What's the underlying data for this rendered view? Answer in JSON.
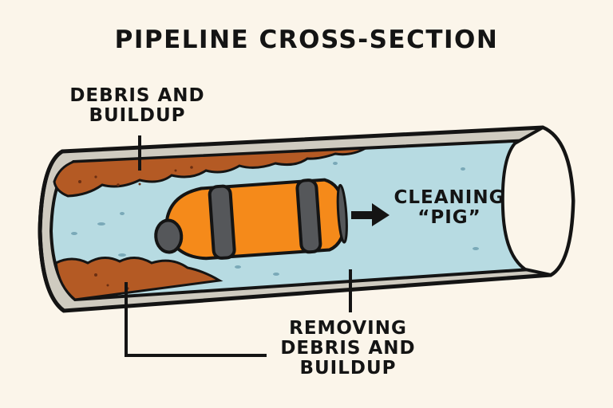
{
  "title": "PIPELINE CROSS-SECTION",
  "labels": {
    "debris_line1": "DEBRIS AND",
    "debris_line2": "BUILDUP",
    "pig_line1": "CLEANING",
    "pig_line2": "“PIG”",
    "removing_line1": "REMOVING",
    "removing_line2": "DEBRIS AND",
    "removing_line3": "BUILDUP"
  },
  "colors": {
    "background": "#fbf5ea",
    "pipe_wall": "#cfcbc0",
    "pipe_interior": "#b7dbe2",
    "debris": "#b45a24",
    "pig_body": "#f58a1a",
    "pig_band": "#55575a",
    "outline": "#141414"
  },
  "icons": [
    "arrow-right-icon"
  ]
}
